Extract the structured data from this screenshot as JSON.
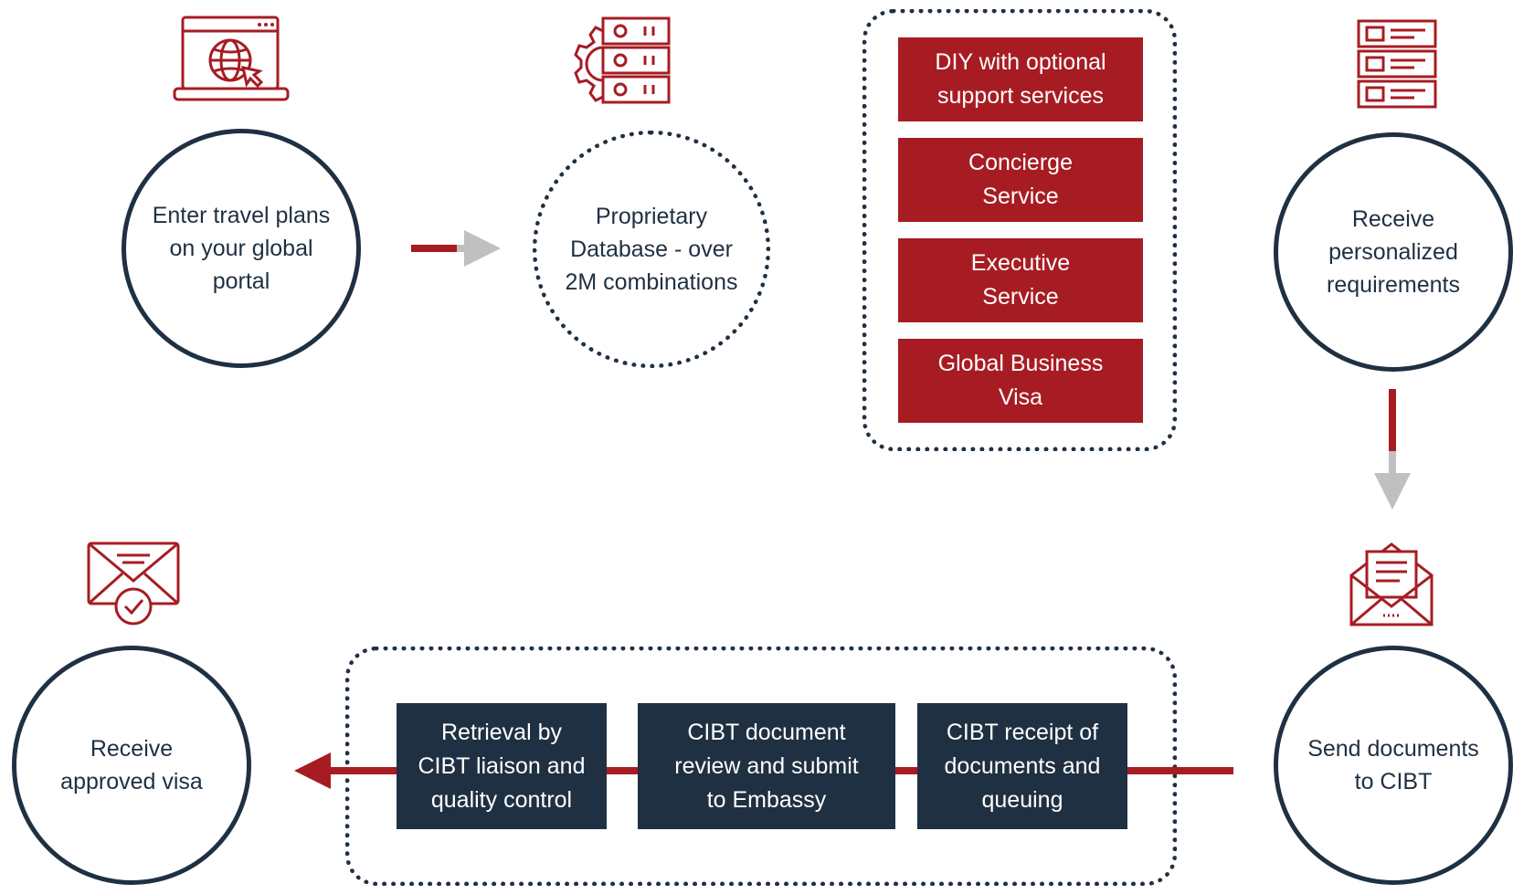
{
  "colors": {
    "accent_red": "#a71c23",
    "navy": "#1f3042",
    "arrow_gray": "#c0c0c0"
  },
  "steps": {
    "enter_plans": {
      "label": "Enter travel plans\non your global\nportal",
      "icon": "browser-globe-icon"
    },
    "database": {
      "label": "Proprietary\nDatabase - over\n2M combinations",
      "icon": "server-gear-icon"
    },
    "requirements": {
      "label": "Receive\npersonalized\nrequirements",
      "icon": "document-list-icon"
    },
    "send_docs": {
      "label": "Send documents\nto CIBT",
      "icon": "open-envelope-icon"
    },
    "approved": {
      "label": "Receive\napproved visa",
      "icon": "envelope-check-icon"
    }
  },
  "service_options": [
    "DIY with optional\nsupport services",
    "Concierge\nService",
    "Executive\nService",
    "Global Business\nVisa"
  ],
  "process_steps": [
    "CIBT receipt of\ndocuments and\nqueuing",
    "CIBT document\nreview and submit\nto Embassy",
    "Retrieval by\nCIBT liaison and\nquality control"
  ]
}
